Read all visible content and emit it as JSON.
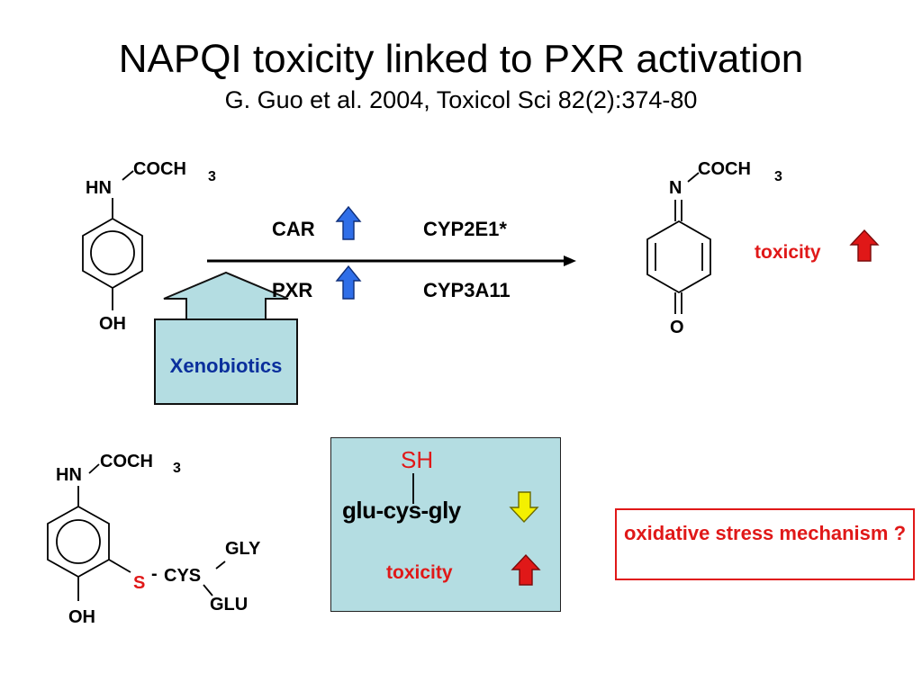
{
  "slide": {
    "title": "NAPQI toxicity linked to PXR activation",
    "subtitle": "G. Guo et al. 2004, Toxicol Sci 82(2):374-80"
  },
  "acetaminophen": {
    "amine": "HN",
    "acyl": "COCH",
    "subscript": "3",
    "hydroxyl": "OH"
  },
  "napqi": {
    "imine": "N",
    "acyl": "COCH",
    "subscript": "3",
    "oxo": "O",
    "effect_label": "toxicity"
  },
  "reaction": {
    "receptors": [
      {
        "name": "CAR",
        "trend": "up"
      },
      {
        "name": "PXR",
        "trend": "up"
      }
    ],
    "enzymes": [
      "CYP2E1*",
      "CYP3A11"
    ],
    "inducer_label": "Xenobiotics"
  },
  "conjugate": {
    "amine": "HN",
    "acyl": "COCH",
    "subscript": "3",
    "hydroxyl": "OH",
    "sulfur": "S",
    "dash": "-",
    "cys": "CYS",
    "gly": "GLY",
    "glu": "GLU"
  },
  "glutathione": {
    "thiol": "SH",
    "peptide": "glu-cys-gly",
    "trend": "down",
    "effect_label": "toxicity",
    "effect_trend": "up"
  },
  "hypothesis": {
    "text": "oxidative stress mechanism ?"
  },
  "colors": {
    "up_arrow_blue": "#2f6ee8",
    "up_arrow_red": "#e01818",
    "down_arrow_yellow": "#f4f000",
    "box_fill": "#b4dde2",
    "accent_red": "#e01818"
  },
  "icons": [
    "up-arrow-icon",
    "down-arrow-icon",
    "benzene-ring-icon",
    "quinone-ring-icon",
    "reaction-arrow-icon"
  ]
}
